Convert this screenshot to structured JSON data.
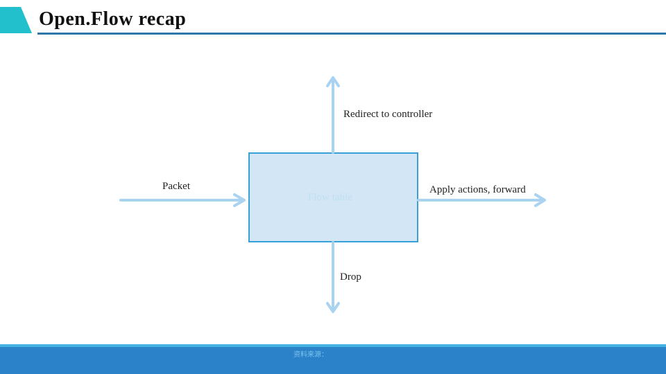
{
  "slide": {
    "title": "Open.Flow recap"
  },
  "diagram": {
    "box_label": "Flow table",
    "input_label": "Packet",
    "up_label": "Redirect to controller",
    "right_label": "Apply actions, forward",
    "down_label": "Drop"
  },
  "footer": {
    "text": "资料来源："
  },
  "colors": {
    "accent_tab": "#22c0cc",
    "title_rule": "#2e77a8",
    "arrow": "#a9d3f0",
    "box_fill": "#d2e6f6",
    "box_border": "#38a0d8",
    "footer_bar": "#2b82c9"
  }
}
